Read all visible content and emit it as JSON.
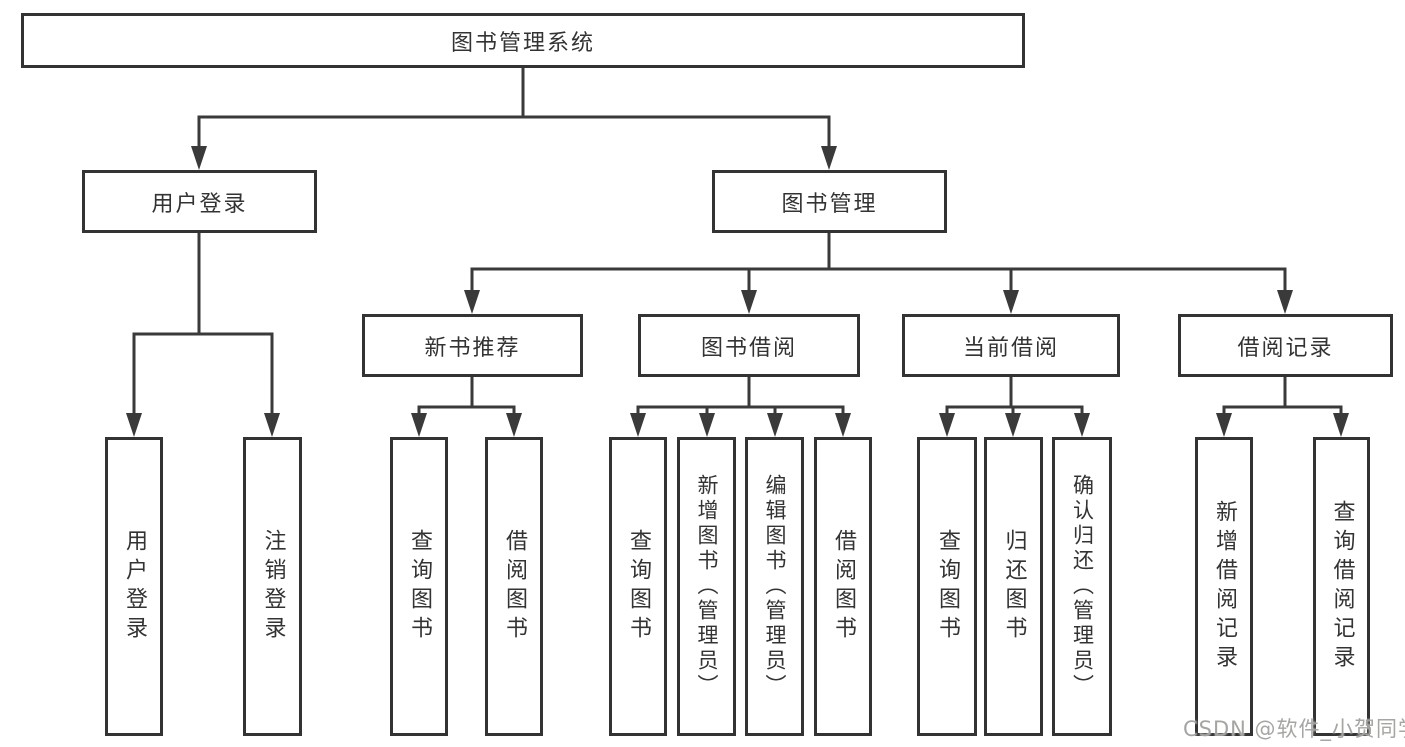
{
  "tree": {
    "label": "图书管理系统",
    "children": [
      {
        "label": "用户登录",
        "children": [
          {
            "label": "用户登录"
          },
          {
            "label": "注销登录"
          }
        ]
      },
      {
        "label": "图书管理",
        "children": [
          {
            "label": "新书推荐",
            "children": [
              {
                "label": "查询图书"
              },
              {
                "label": "借阅图书"
              }
            ]
          },
          {
            "label": "图书借阅",
            "children": [
              {
                "label": "查询图书"
              },
              {
                "label": "新增图书（管理员）"
              },
              {
                "label": "编辑图书（管理员）"
              },
              {
                "label": "借阅图书"
              }
            ]
          },
          {
            "label": "当前借阅",
            "children": [
              {
                "label": "查询图书"
              },
              {
                "label": "归还图书"
              },
              {
                "label": "确认归还（管理员）"
              }
            ]
          },
          {
            "label": "借阅记录",
            "children": [
              {
                "label": "新增借阅记录"
              },
              {
                "label": "查询借阅记录"
              }
            ]
          }
        ]
      }
    ]
  },
  "watermark": {
    "text": "CSDN @软件_小贺同学"
  },
  "colors": {
    "line": "#3a3a3a",
    "box_border": "#333333",
    "text": "#333333",
    "watermark": "#a2a09d",
    "background": "#ffffff"
  }
}
